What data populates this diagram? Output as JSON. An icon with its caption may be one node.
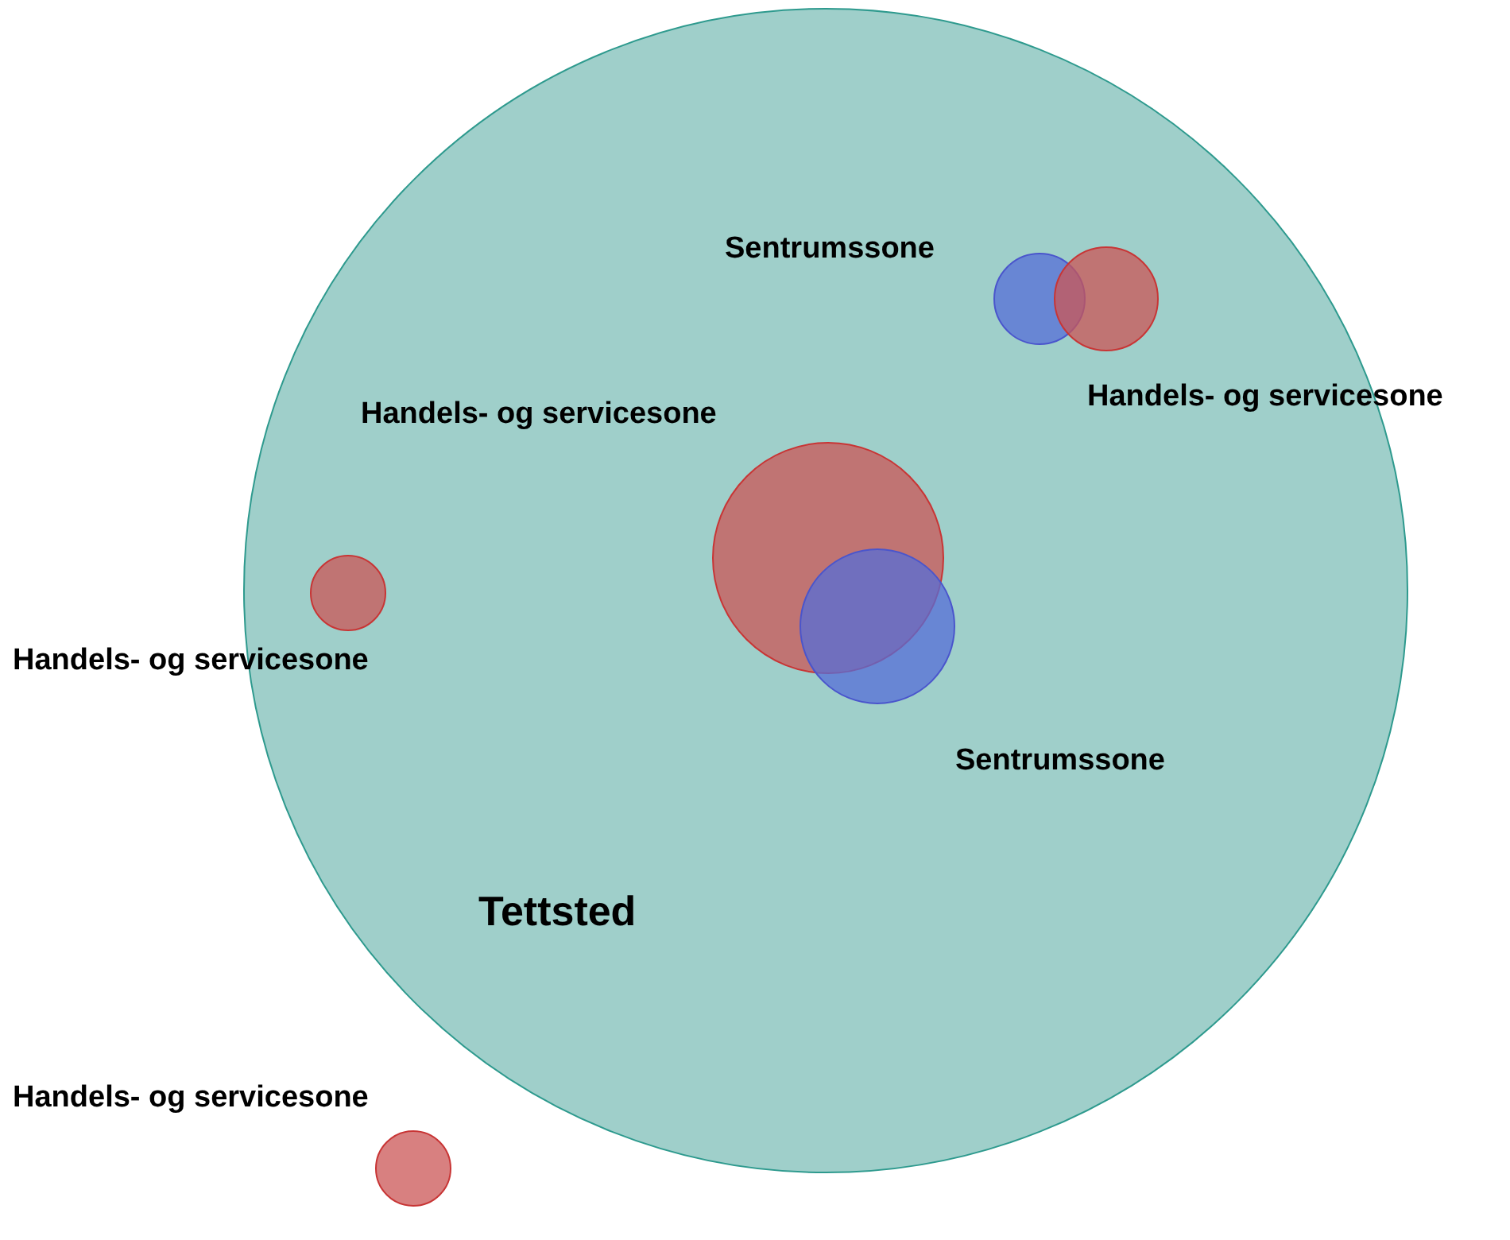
{
  "diagram": {
    "nodes": [
      {
        "text": [
          "Tettsted"
        ]
      },
      {
        "text": [],
        "shape": "circle",
        "beside": [
          "Sentrumssone"
        ],
        "in": 0
      },
      {
        "text": [],
        "shape": "circle",
        "beside": [
          "Handels- og servicesone"
        ],
        "in": 0
      },
      {
        "text": [],
        "shape": "circle",
        "beside": [
          "Handels- og servicesone"
        ],
        "in": 0
      },
      {
        "text": [],
        "shape": "circle",
        "beside": [
          "Handels- og servicesone"
        ],
        "in": 0
      },
      {
        "text": [],
        "shape": "circle",
        "beside": [
          "Sentrumssone"
        ],
        "in": 0
      },
      {
        "text": [],
        "shape": "circle",
        "beside": [
          "Handels- og servicesone"
        ]
      }
    ]
  }
}
